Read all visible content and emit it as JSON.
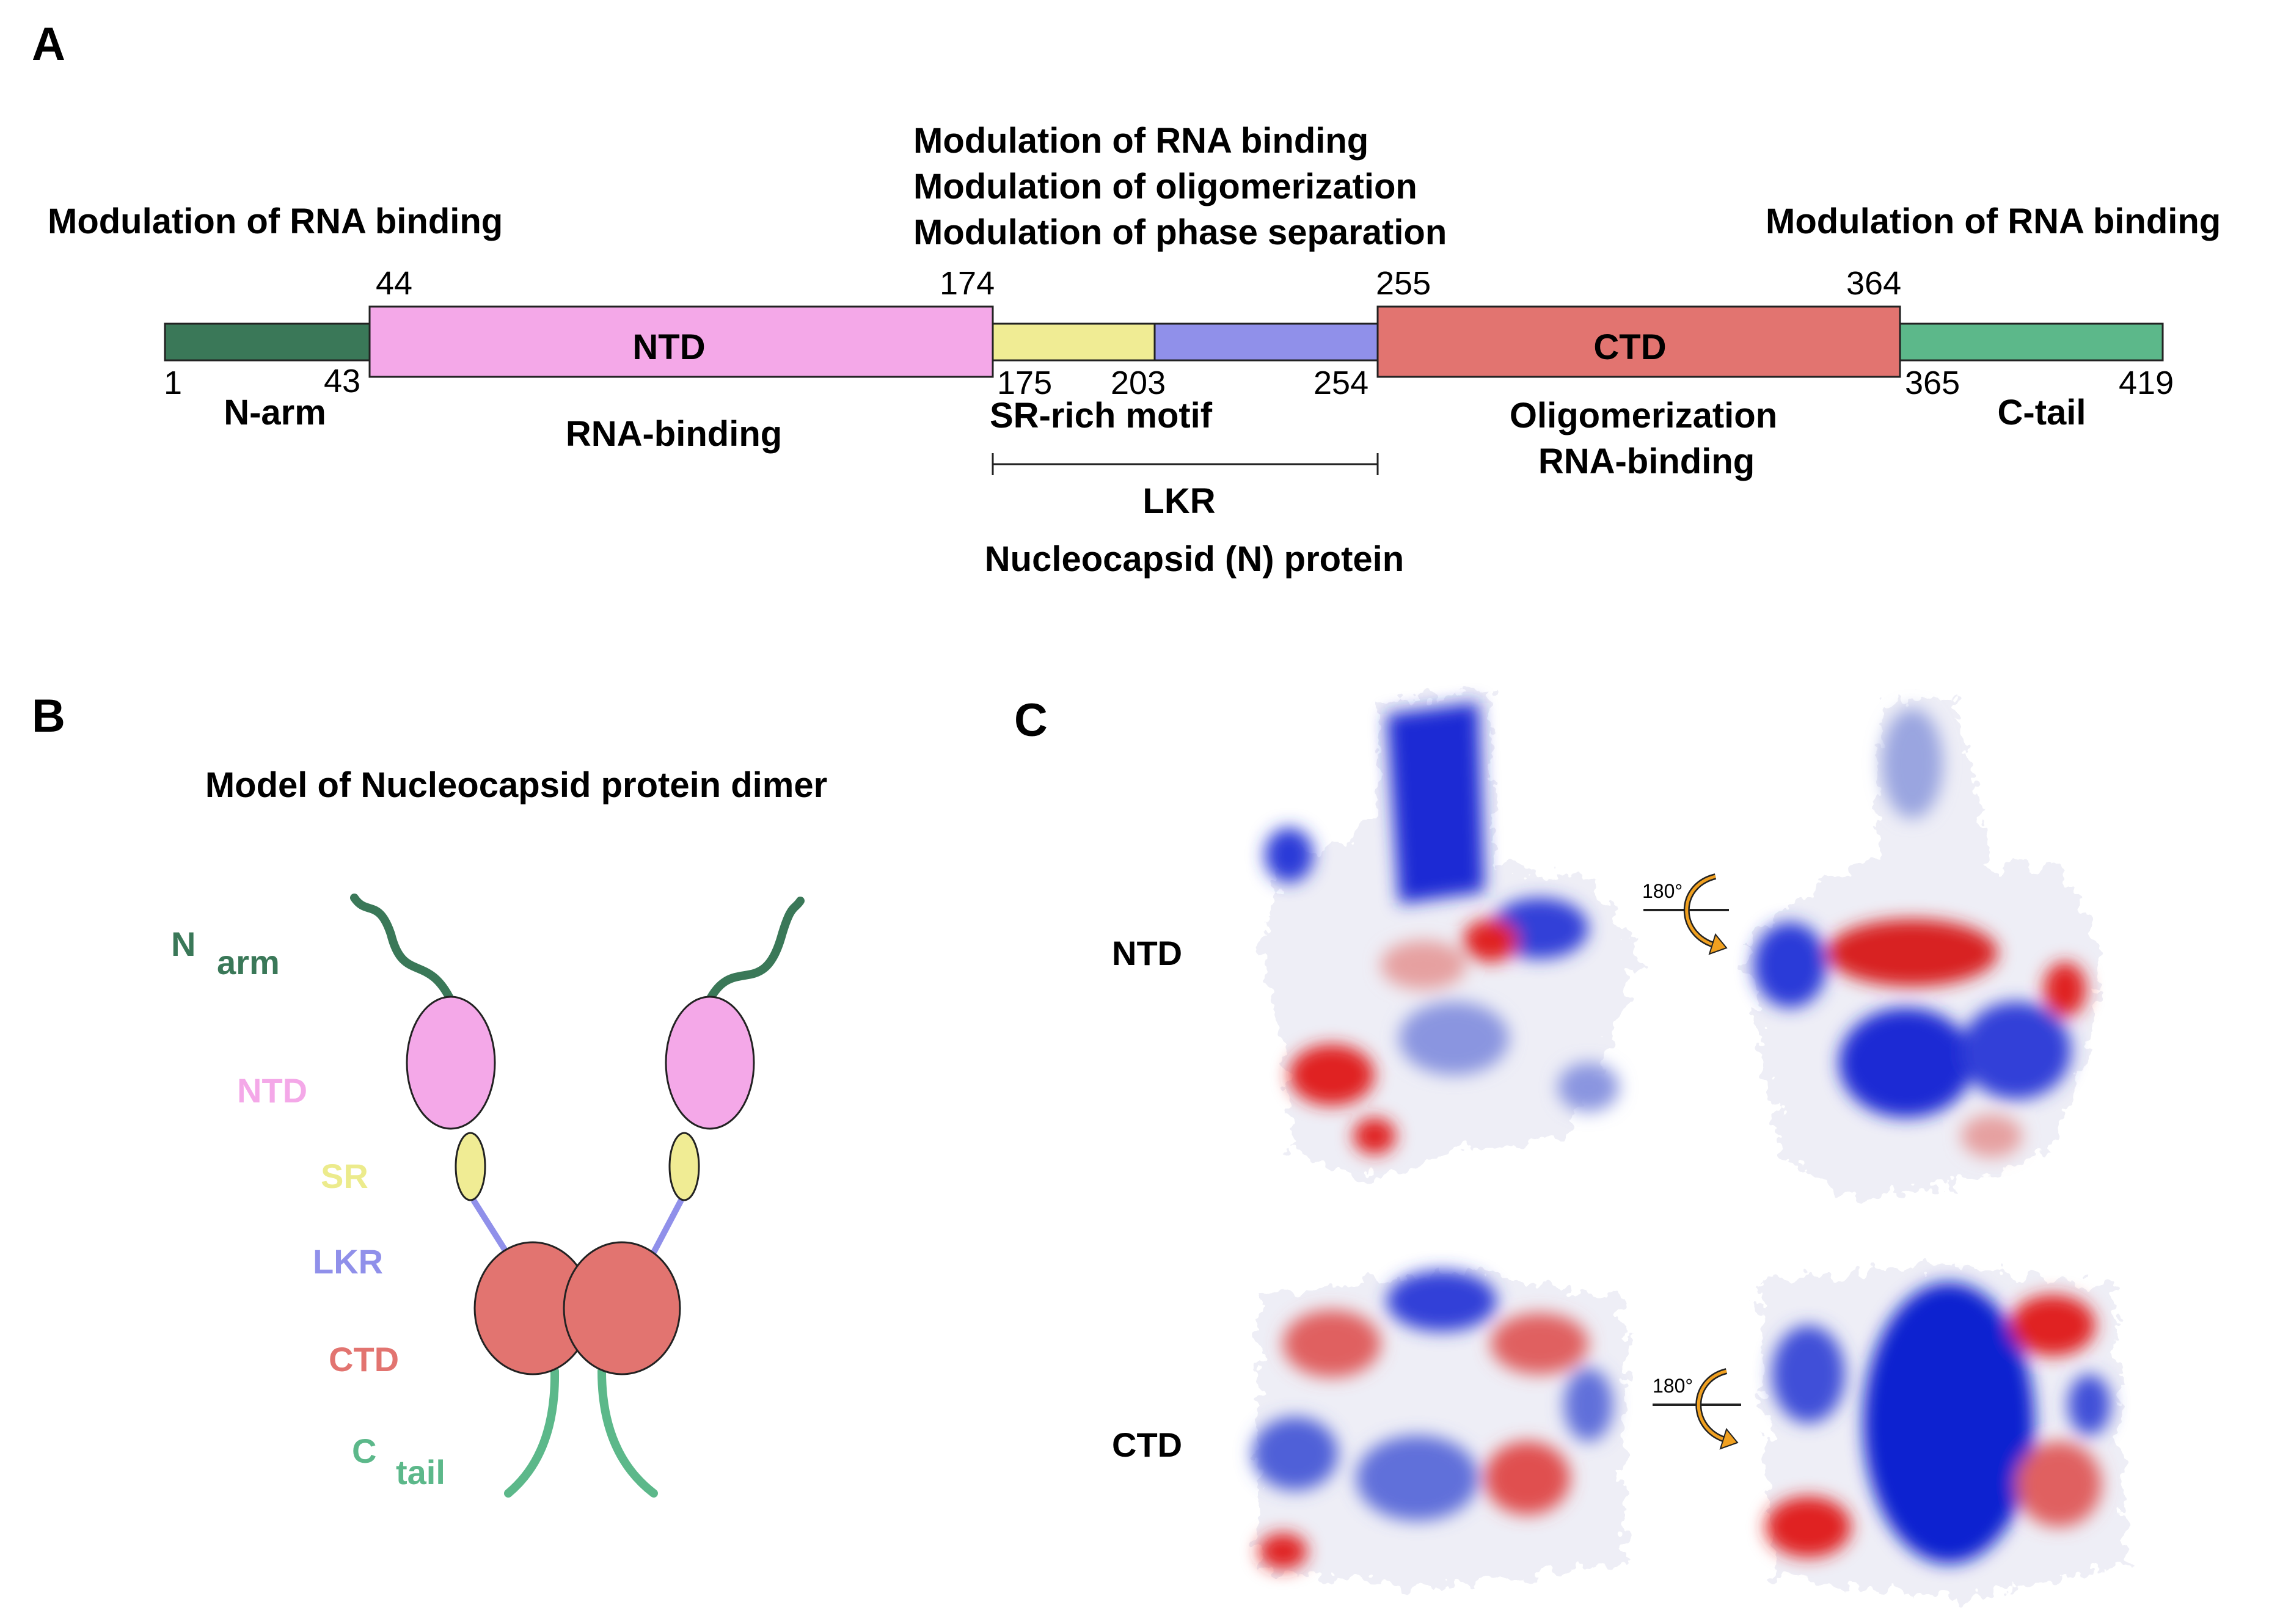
{
  "panel_a": {
    "label": "A",
    "function_labels": {
      "n_arm": "Modulation of RNA binding",
      "linker": [
        "Modulation of RNA binding",
        "Modulation of oligomerization",
        "Modulation of phase separation"
      ],
      "c_tail": "Modulation of RNA binding"
    },
    "domains": {
      "n_arm": {
        "start": "1",
        "end": "43",
        "name": "N-arm",
        "color": "#3a7858"
      },
      "ntd": {
        "start": "44",
        "end": "174",
        "name": "NTD",
        "description": "RNA-binding",
        "color": "#f4a8e8"
      },
      "sr": {
        "start": "175",
        "end": "203",
        "name": "SR-rich motif",
        "color": "#f0ec94"
      },
      "lkr_linker": {
        "end": "254",
        "color": "#9090ea"
      },
      "ctd": {
        "start": "255",
        "end": "364",
        "name": "CTD",
        "description_lines": [
          "Oligomerization",
          "RNA-binding"
        ],
        "color": "#e27470"
      },
      "c_tail": {
        "start": "365",
        "end": "419",
        "name": "C-tail",
        "color": "#5cb88a"
      }
    },
    "lkr_label": "LKR",
    "protein_name": "Nucleocapsid (N) protein"
  },
  "panel_b": {
    "label": "B",
    "title": "Model of Nucleocapsid protein dimer",
    "legend": {
      "n_arm": {
        "main": "N",
        "sub": "arm",
        "color": "#3a7858"
      },
      "ntd": {
        "text": "NTD",
        "color": "#f4a8e8"
      },
      "sr": {
        "text": "SR",
        "color": "#eceb8c"
      },
      "lkr": {
        "text": "LKR",
        "color": "#9090ea"
      },
      "ctd": {
        "text": "CTD",
        "color": "#e27470"
      },
      "c_tail": {
        "main": "C",
        "sub": "tail",
        "color": "#5cb88a"
      }
    }
  },
  "panel_c": {
    "label": "C",
    "rows": [
      {
        "name": "NTD",
        "rotation": "180°"
      },
      {
        "name": "CTD",
        "rotation": "180°"
      }
    ],
    "colors": {
      "positive": "#1020d0",
      "negative": "#e01010",
      "neutral": "#f4f4f4",
      "arrow": "#f0a020"
    }
  }
}
